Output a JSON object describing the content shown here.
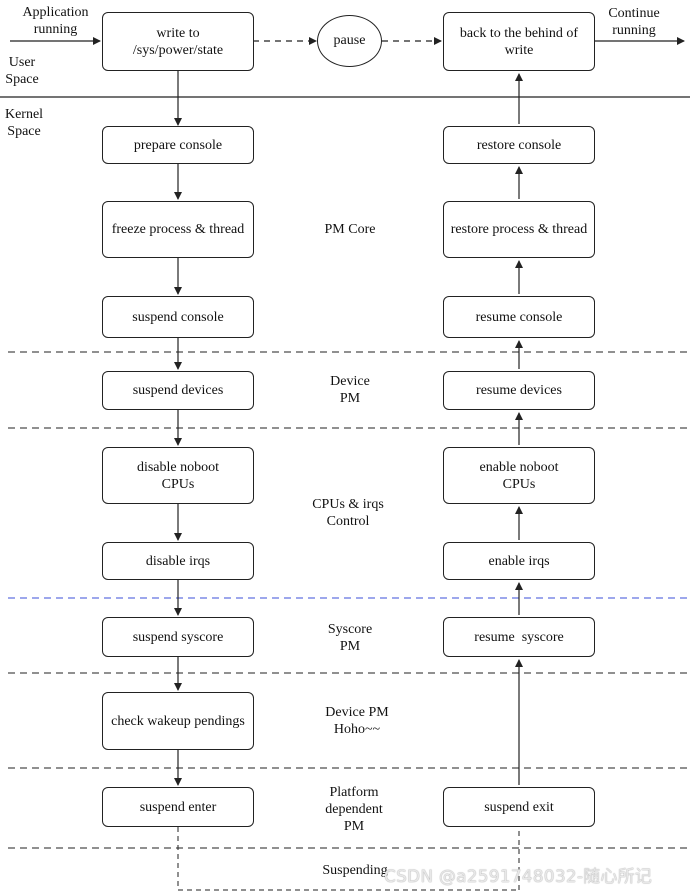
{
  "top": {
    "app_running": "Application\nrunning",
    "write": "write to\n/sys/power/state",
    "pause": "pause",
    "back": "back to the behind of\nwrite",
    "continue": "Continue\nrunning",
    "user_space": "User\nSpace",
    "kernel_space": "Kernel\nSpace"
  },
  "left_column": [
    "prepare console",
    "freeze process & thread",
    "suspend console",
    "suspend devices",
    "disable noboot\nCPUs",
    "disable irqs",
    "suspend syscore",
    "check wakeup pendings",
    "suspend enter"
  ],
  "right_column": [
    "restore console",
    "restore process & thread",
    "resume console",
    "resume devices",
    "enable noboot\nCPUs",
    "enable irqs",
    "resume  syscore",
    "suspend exit"
  ],
  "sections": [
    "PM Core",
    "Device\nPM",
    "CPUs & irqs\nControl",
    "Syscore\nPM",
    "Device PM\nHoho~~",
    "Platform\ndependent\nPM",
    "Suspending"
  ],
  "watermark": "CSDN @a2591748032-随心所记",
  "colors": {
    "line": "#222222",
    "irq_separator": "#3b4fd8"
  }
}
